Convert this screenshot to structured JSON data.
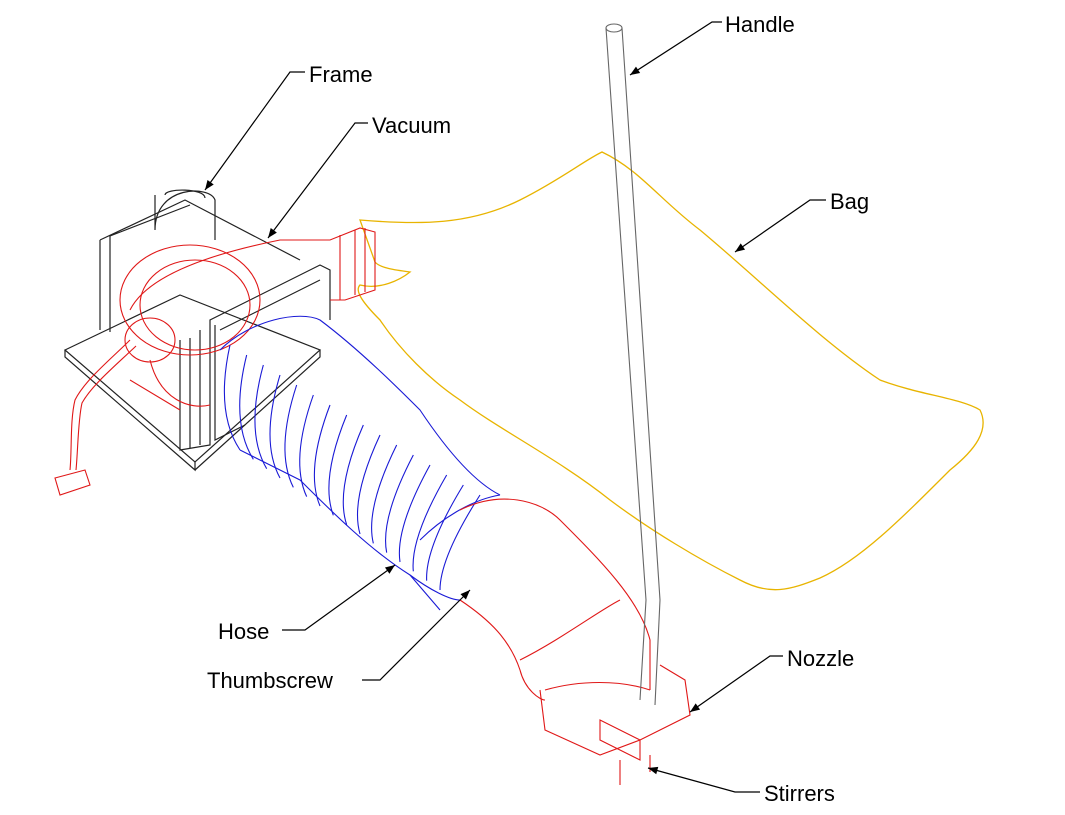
{
  "labels": {
    "handle": "Handle",
    "frame": "Frame",
    "vacuum": "Vacuum",
    "bag": "Bag",
    "hose": "Hose",
    "thumbscrew": "Thumbscrew",
    "nozzle": "Nozzle",
    "stirrers": "Stirrers"
  },
  "colors": {
    "hose": "#1a1ad6",
    "vacuum": "#e01818",
    "bag": "#e8b400",
    "frame": "#222222",
    "handle": "#666666"
  }
}
